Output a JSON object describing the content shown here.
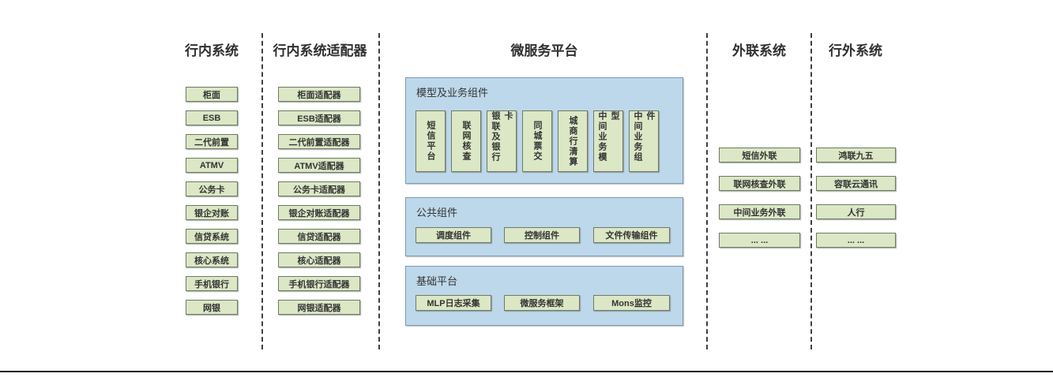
{
  "diagram": {
    "columns": {
      "inbank": {
        "title": "行内系统",
        "items": [
          "柜面",
          "ESB",
          "二代前置",
          "ATMV",
          "公务卡",
          "银企对账",
          "信贷系统",
          "核心系统",
          "手机银行",
          "网银"
        ]
      },
      "adapters": {
        "title": "行内系统适配器",
        "items": [
          "柜面适配器",
          "ESB适配器",
          "二代前置适配器",
          "ATMV适配器",
          "公务卡适配器",
          "银企对账适配器",
          "信贷适配器",
          "核心适配器",
          "手机银行适配器",
          "网银适配器"
        ]
      },
      "platform": {
        "title": "微服务平台",
        "panels": [
          {
            "title": "模型及业务组件",
            "items": [
              "短信平台",
              "联网核查",
              "银联及银行卡",
              "同城票交",
              "城商行清算",
              "中间业务模型",
              "中间业务组件"
            ]
          },
          {
            "title": "公共组件",
            "items": [
              "调度组件",
              "控制组件",
              "文件传输组件"
            ]
          },
          {
            "title": "基础平台",
            "items": [
              "MLP日志采集",
              "微服务框架",
              "Mons监控"
            ]
          }
        ]
      },
      "external_link": {
        "title": "外联系统",
        "items": [
          "短信外联",
          "联网核查外联",
          "中间业务外联",
          "... ..."
        ]
      },
      "outside": {
        "title": "行外系统",
        "items": [
          "鸿联九五",
          "容联云通讯",
          "人行",
          "... ..."
        ]
      }
    },
    "colors": {
      "node_fill": "#dbe7c5",
      "node_border": "#6e7a63",
      "panel_fill": "#bed8eb",
      "panel_border": "#7c99b4",
      "text": "#333333",
      "separator": "#3f3f3f",
      "baseline": "#1a1a1a"
    }
  }
}
